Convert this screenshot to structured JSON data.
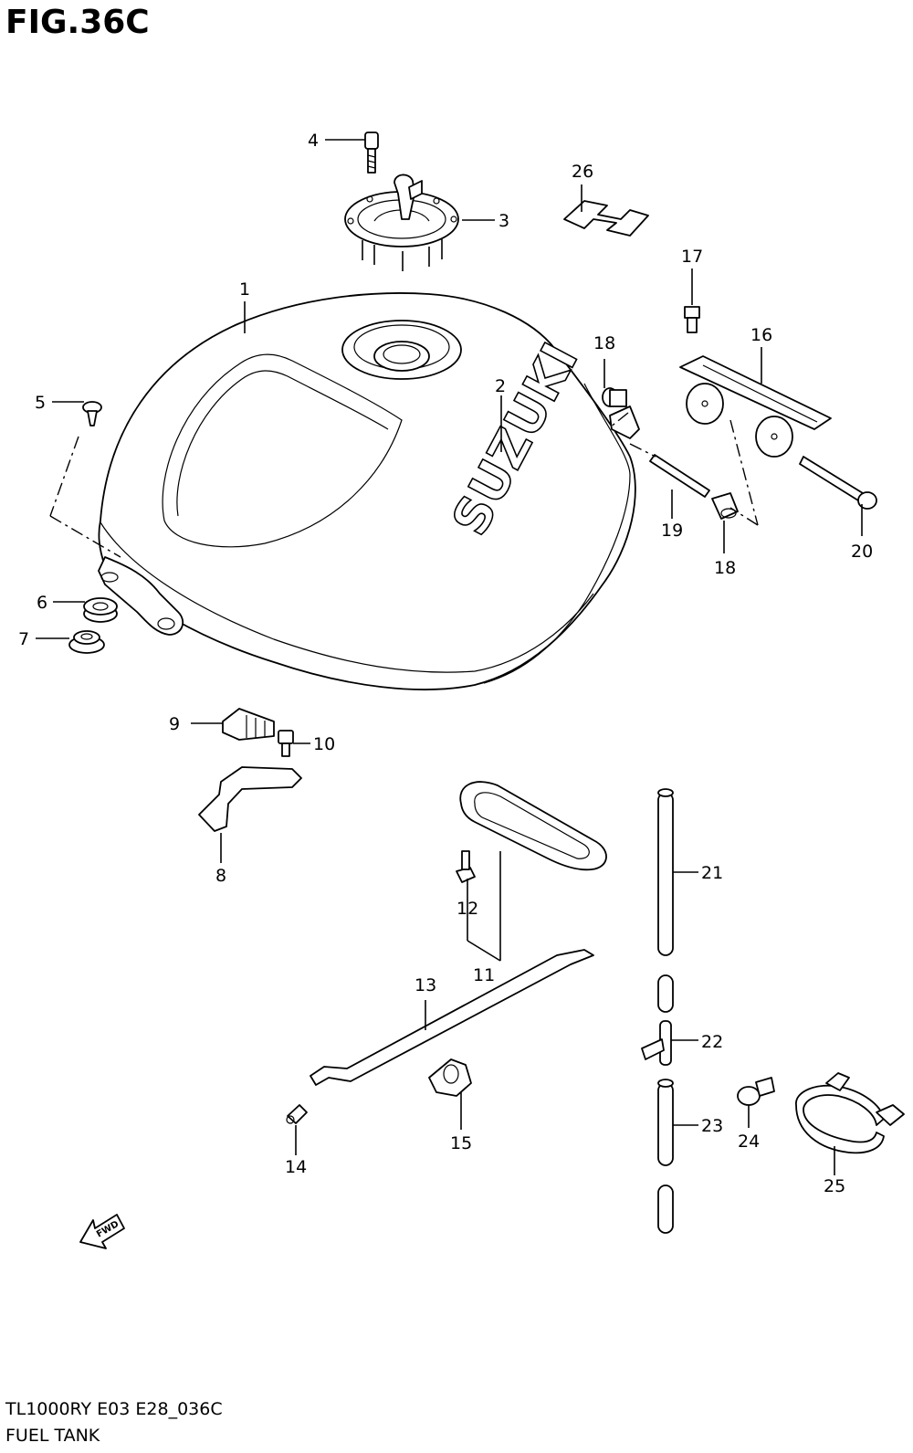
{
  "figure": {
    "title": "FIG.36C",
    "model_code": "TL1000RY E03 E28_036C",
    "name": "FUEL TANK",
    "tank_logo": "SUZUKI",
    "fwd_label": "FWD"
  },
  "callouts": [
    {
      "id": "1",
      "label": "1"
    },
    {
      "id": "2",
      "label": "2"
    },
    {
      "id": "3",
      "label": "3"
    },
    {
      "id": "4",
      "label": "4"
    },
    {
      "id": "5",
      "label": "5"
    },
    {
      "id": "6",
      "label": "6"
    },
    {
      "id": "7",
      "label": "7"
    },
    {
      "id": "8",
      "label": "8"
    },
    {
      "id": "9",
      "label": "9"
    },
    {
      "id": "10",
      "label": "10"
    },
    {
      "id": "11",
      "label": "11"
    },
    {
      "id": "12",
      "label": "12"
    },
    {
      "id": "13",
      "label": "13"
    },
    {
      "id": "14",
      "label": "14"
    },
    {
      "id": "15",
      "label": "15"
    },
    {
      "id": "16",
      "label": "16"
    },
    {
      "id": "17",
      "label": "17"
    },
    {
      "id": "18a",
      "label": "18"
    },
    {
      "id": "18b",
      "label": "18"
    },
    {
      "id": "19",
      "label": "19"
    },
    {
      "id": "20",
      "label": "20"
    },
    {
      "id": "21",
      "label": "21"
    },
    {
      "id": "22",
      "label": "22"
    },
    {
      "id": "23",
      "label": "23"
    },
    {
      "id": "24",
      "label": "24"
    },
    {
      "id": "25",
      "label": "25"
    },
    {
      "id": "26",
      "label": "26"
    }
  ]
}
